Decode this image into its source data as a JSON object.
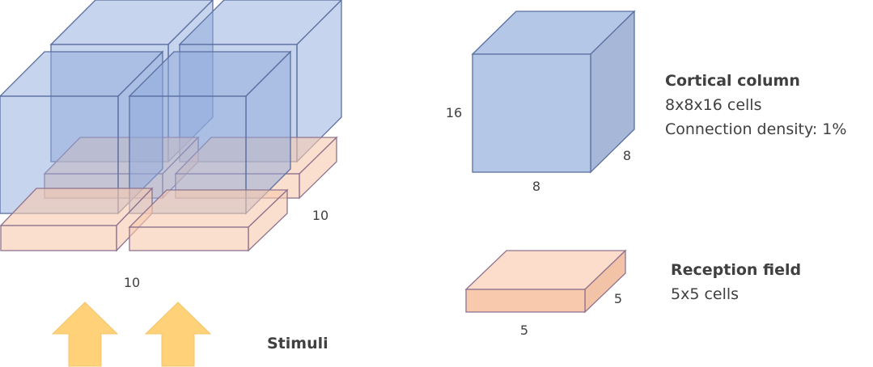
{
  "colors": {
    "column_fill": "#8FAADC",
    "column_stroke": "#5B6FA0",
    "field_fill": "#F9C9AE",
    "field_stroke": "#8E7390",
    "arrow_fill": "#FFD27A",
    "text": "#404040"
  },
  "left_array": {
    "depth_label": "10",
    "width_label": "10",
    "stimuli_label": "Stimuli"
  },
  "column_legend": {
    "height_label": "16",
    "width_label": "8",
    "depth_label": "8",
    "title": "Cortical column",
    "line1": "8x8x16 cells",
    "line2": "Connection density: 1%"
  },
  "field_legend": {
    "width_label": "5",
    "depth_label": "5",
    "title": "Reception field",
    "line1": "5x5 cells"
  }
}
